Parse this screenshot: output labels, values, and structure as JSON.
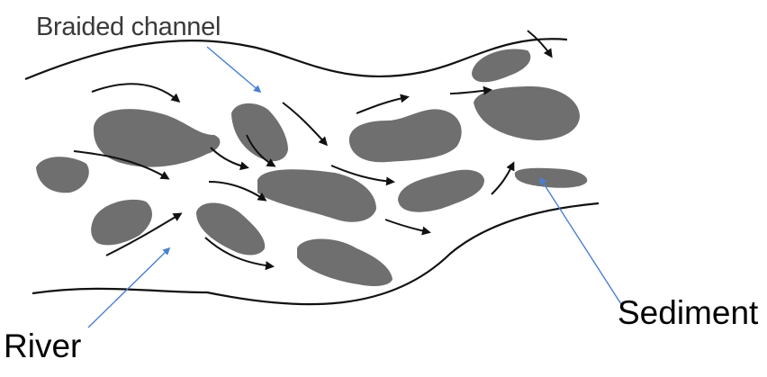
{
  "labels": {
    "braided_channel": "Braided channel",
    "sediment": "Sediment",
    "river": "River"
  },
  "colors": {
    "sediment_bar": "#6f6f6f",
    "flow_line": "#111111",
    "pointer_line": "#4a7fd0",
    "label_text": "#000000"
  },
  "icons": {
    "flow_arrow": "arrowhead",
    "pointer_arrow": "arrowhead"
  }
}
